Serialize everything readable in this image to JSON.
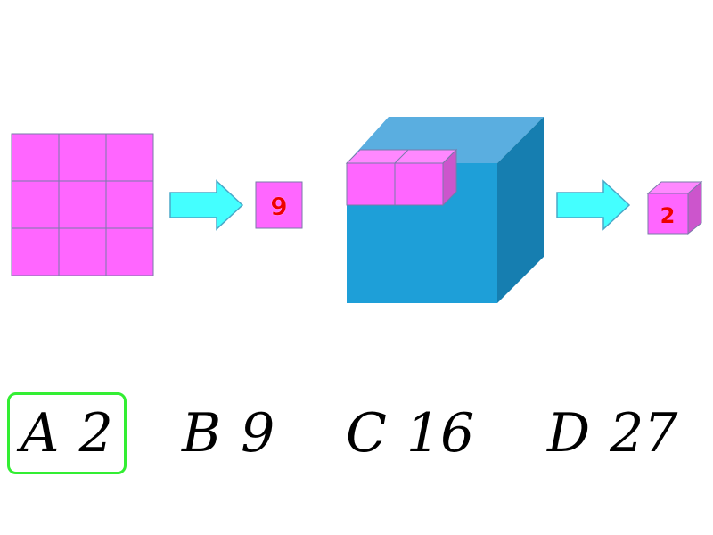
{
  "colors": {
    "tile_fill": "#ff66ff",
    "tile_stroke": "#7a7aaa",
    "arrow": "#44ffff",
    "arrow_stroke": "#4aa8c8",
    "cube_front": "#1e9fd8",
    "cube_top": "#5aaee0",
    "cube_side": "#167eb0",
    "label_text": "#ee0000",
    "selected_border": "#33ee33"
  },
  "figure": {
    "square_count_label": "9",
    "cube_count_label": "2"
  },
  "options": [
    {
      "letter": "A",
      "value": "2",
      "selected": true
    },
    {
      "letter": "B",
      "value": "9",
      "selected": false
    },
    {
      "letter": "C",
      "value": "16",
      "selected": false
    },
    {
      "letter": "D",
      "value": "27",
      "selected": false
    }
  ]
}
